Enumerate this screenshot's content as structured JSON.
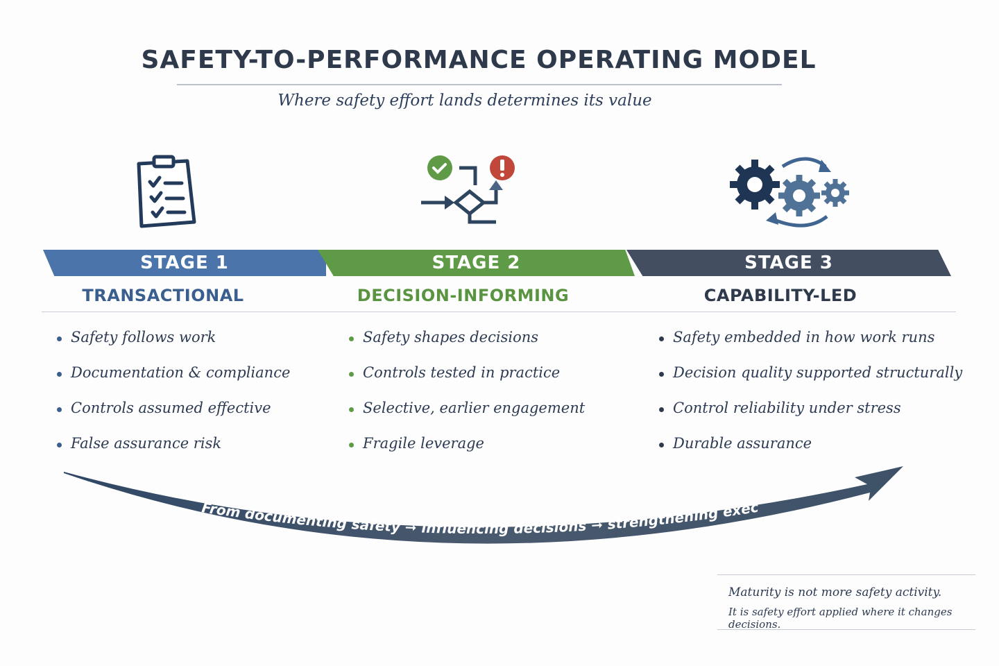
{
  "title": "SAFETY-TO-PERFORMANCE OPERATING MODEL",
  "subtitle": "Where safety effort lands determines its value",
  "stages": [
    {
      "label": "STAGE 1",
      "name": "TRANSACTIONAL",
      "icon": "clipboard-checklist-icon",
      "color": "#4b74aa",
      "name_color": "#3a5f8f",
      "bullets": [
        "Safety follows work",
        "Documentation & compliance",
        "Controls assumed effective",
        "False assurance risk"
      ]
    },
    {
      "label": "STAGE 2",
      "name": "DECISION-INFORMING",
      "icon": "decision-flow-icon",
      "color": "#5f9b47",
      "name_color": "#5a9440",
      "bullets": [
        "Safety shapes decisions",
        "Controls tested in practice",
        "Selective, earlier engagement",
        "Fragile leverage"
      ]
    },
    {
      "label": "STAGE 3",
      "name": "CAPABILITY-LED",
      "icon": "gears-cycle-icon",
      "color": "#434f61",
      "name_color": "#2e3a4b",
      "bullets": [
        "Safety embedded in how work runs",
        "Decision quality supported structurally",
        "Control reliability under stress",
        "Durable assurance"
      ]
    }
  ],
  "progression": {
    "from": "From documenting safety",
    "mid": "influencing decisions",
    "to": "strengthening execution"
  },
  "note": {
    "line1": "Maturity is not more safety activity.",
    "line2": "It is safety effort applied where it changes decisions."
  }
}
